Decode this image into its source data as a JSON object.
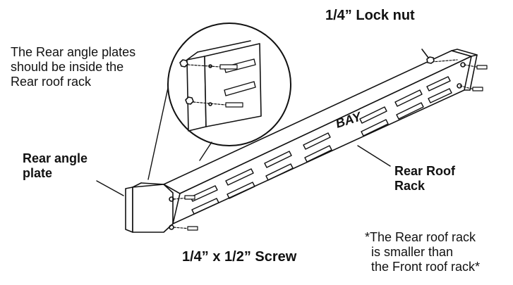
{
  "labels": {
    "lock_nut": "1/4” Lock nut",
    "inside_note": [
      "The Rear angle plates",
      "should be inside the",
      "Rear roof rack"
    ],
    "rear_angle_plate": [
      "Rear angle",
      "plate"
    ],
    "rear_roof_rack": [
      "Rear Roof",
      "Rack"
    ],
    "screw": "1/4” x 1/2” Screw",
    "size_note": [
      "*The Rear roof rack",
      "is smaller than",
      "the Front roof rack*"
    ]
  },
  "logo_text": "BAY",
  "colors": {
    "line": "#111111",
    "background": "#ffffff"
  }
}
